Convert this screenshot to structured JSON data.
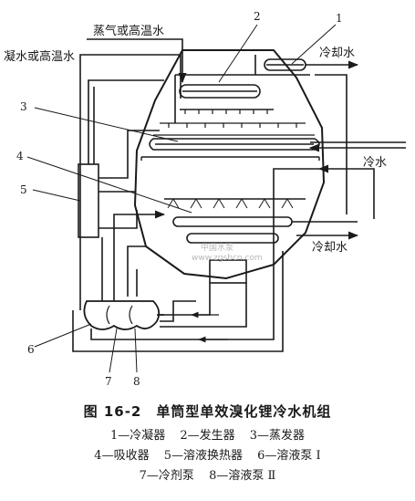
{
  "labels": {
    "steam_in": "蒸气或高温水",
    "condensate_out": "凝水或高温水",
    "cooling_water_top": "冷却水",
    "chilled_water": "冷水",
    "cooling_water_bottom": "冷却水"
  },
  "numbers": [
    "1",
    "2",
    "3",
    "4",
    "5",
    "6",
    "7",
    "8"
  ],
  "watermark": {
    "line1": "中国水泵",
    "line2": "www.zgsbcn.com"
  },
  "caption": {
    "title": "图 16-2　单筒型单效溴化锂冷水机组",
    "legend": [
      [
        "1—冷凝器",
        "2—发生器",
        "3—蒸发器"
      ],
      [
        "4—吸收器",
        "5—溶液换热器",
        "6—溶液泵 Ⅰ"
      ],
      [
        "7—冷剂泵",
        "8—溶液泵 Ⅱ"
      ]
    ]
  },
  "colors": {
    "ink": "#1a1a1a",
    "background": "#ffffff"
  }
}
